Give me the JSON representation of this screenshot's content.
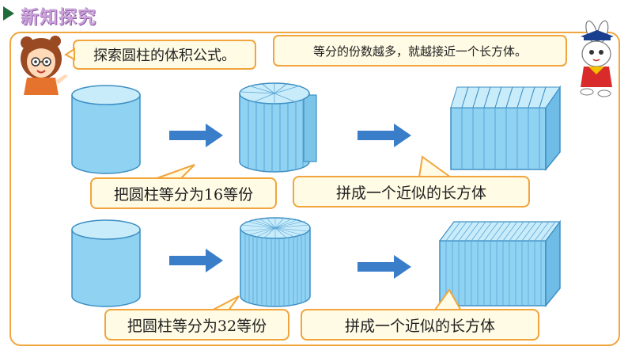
{
  "header": {
    "title": "新知探究"
  },
  "dialog": {
    "teacher": "探索圆柱的体积公式。",
    "rabbit": "等分的份数越多，就越接近一个长方体。"
  },
  "row1": {
    "left_label": "把圆柱等分为16等份",
    "right_label": "拼成一个近似的长方体"
  },
  "row2": {
    "left_label": "把圆柱等分为32等份",
    "right_label": "拼成一个近似的长方体"
  },
  "colors": {
    "accent": "#f1a53c",
    "bubble_bg": "#fffbe4",
    "shape_fill": "#8fd2f2",
    "shape_stroke": "#3d8fc4",
    "arrow": "#3a7dc9",
    "title": "#c9a3d8"
  },
  "icons": [
    "play-triangle-icon",
    "teacher-girl-icon",
    "rabbit-doctor-icon",
    "right-arrow-icon"
  ]
}
